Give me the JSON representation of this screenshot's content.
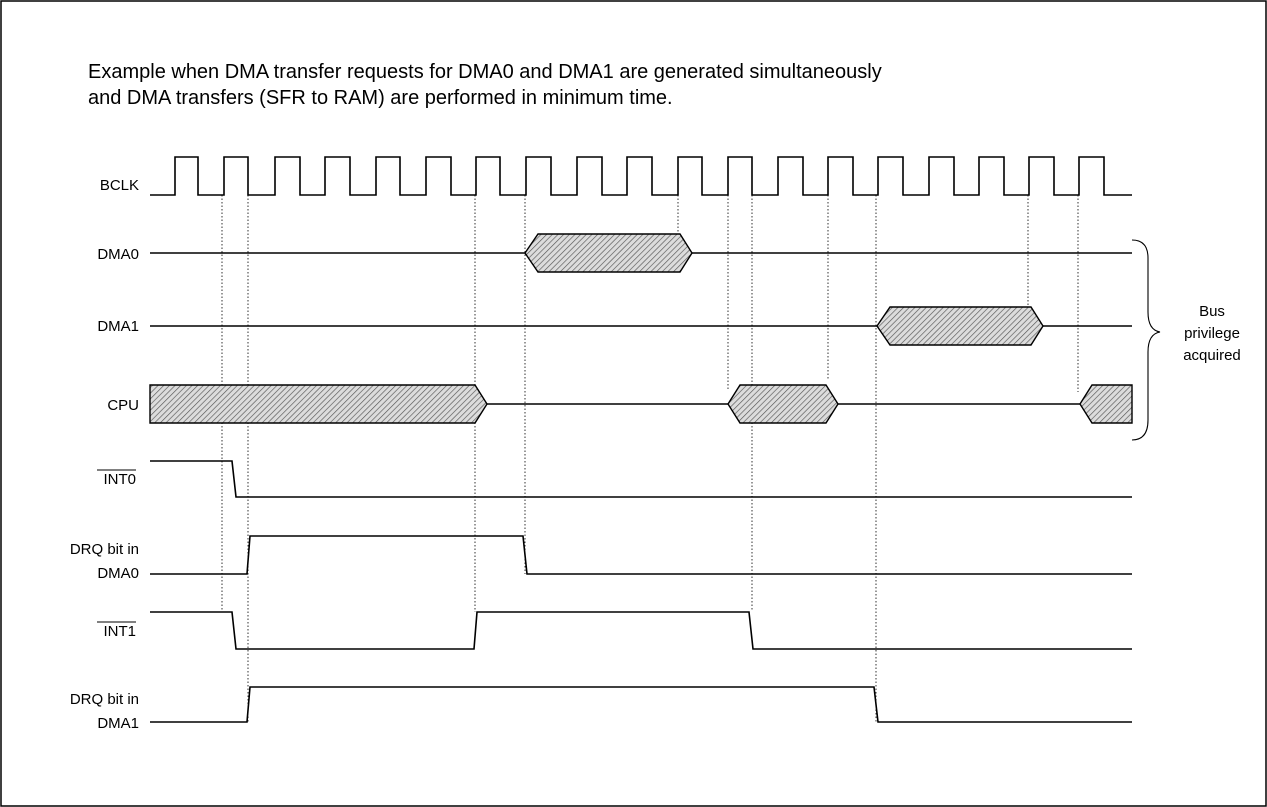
{
  "caption": {
    "line1": "Example when DMA transfer requests for DMA0 and DMA1 are generated simultaneously",
    "line2": "and DMA transfers (SFR to RAM) are performed in minimum time."
  },
  "signals": {
    "bclk": "BCLK",
    "dma0": "DMA0",
    "dma1": "DMA1",
    "cpu": "CPU",
    "int0": "INT0",
    "drq0_line1": "DRQ bit in",
    "drq0_line2": "DMA0",
    "int1": "INT1",
    "drq1_line1": "DRQ bit in",
    "drq1_line2": "DMA1"
  },
  "brace_label": {
    "line1": "Bus",
    "line2": "privilege",
    "line3": "acquired"
  },
  "colors": {
    "line": "#000000",
    "hatch": "#000000",
    "background": "#ffffff"
  }
}
